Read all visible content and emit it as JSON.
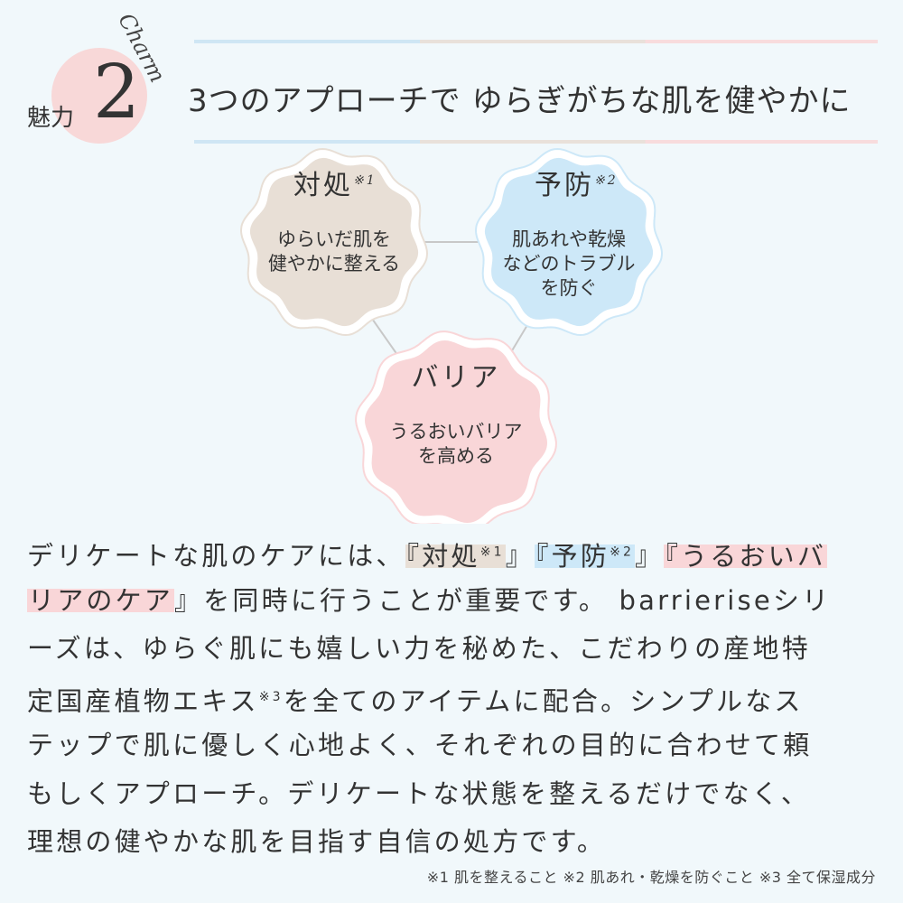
{
  "header": {
    "script_word": "Charm",
    "label": "魅力",
    "number": "2",
    "title": "3つのアプローチで ゆらぎがちな肌を健やかに"
  },
  "circles": [
    {
      "title": "対処",
      "note": "※1",
      "body": "ゆらいだ肌を\n健やかに整える",
      "color": "#e8dfd6"
    },
    {
      "title": "予防",
      "note": "※2",
      "body": "肌あれや乾燥\nなどのトラブル\nを防ぐ",
      "color": "#cde8f8"
    },
    {
      "title": "バリア",
      "note": "",
      "body": "うるおいバリア\nを高める",
      "color": "#f9d6d8"
    }
  ],
  "body": {
    "l1a": "デリケートな肌のケアには、",
    "l1b": "『対処",
    "l1b_sup": "※1",
    "l1c": "』",
    "l1d": "『予防",
    "l1d_sup": "※2",
    "l1e": "』",
    "l1f": "『うるおいバ",
    "l2a": "リアのケア",
    "l2b": "』を同時に行うことが重要です。 barrieriseシリ",
    "l3": "ーズは、ゆらぐ肌にも嬉しい力を秘めた、こだわりの産地特",
    "l4a": "定国産植物エキス",
    "l4_sup": "※3",
    "l4b": "を全てのアイテムに配合。シンプルなス",
    "l5": "テップで肌に優しく心地よく、それぞれの目的に合わせて頼",
    "l6": "もしくアプローチ。デリケートな状態を整えるだけでなく、",
    "l7": "理想の健やかな肌を目指す自信の処方です。"
  },
  "footnotes": "※1 肌を整えること ※2 肌あれ・乾燥を防ぐこと ※3 全て保湿成分"
}
